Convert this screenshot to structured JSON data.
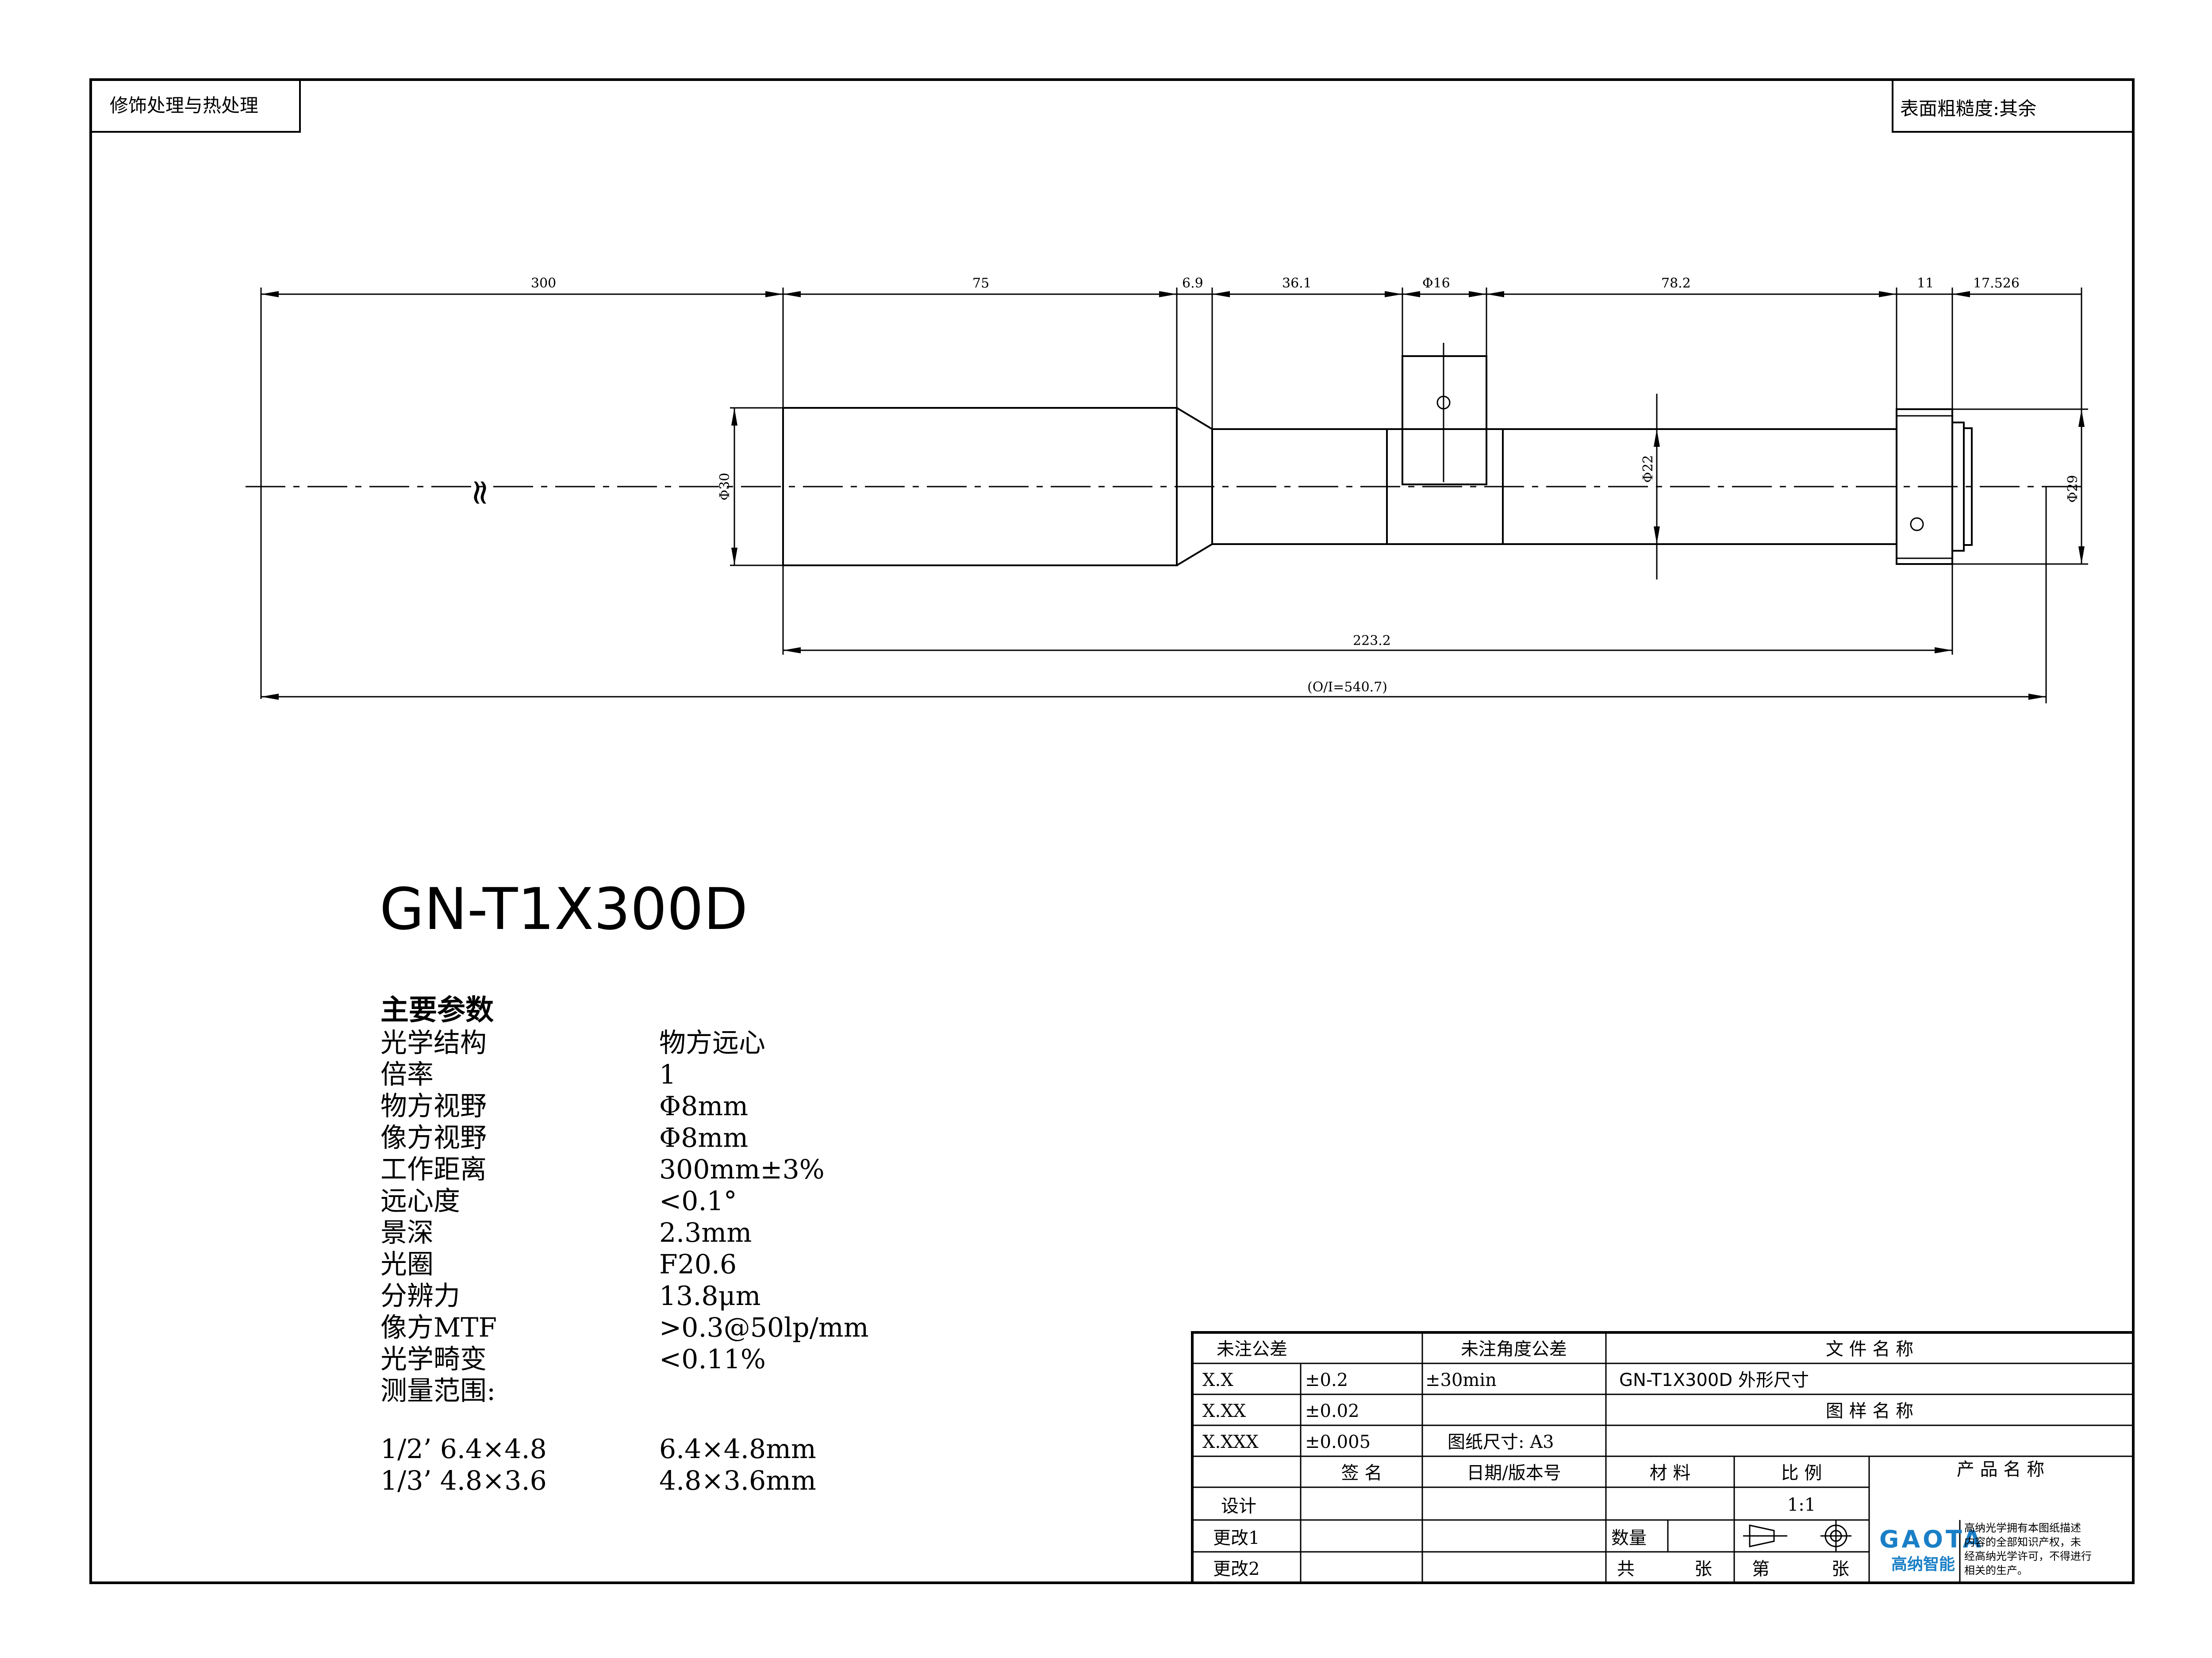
{
  "corner_labels": {
    "treatment": "修饰处理与热处理",
    "roughness": "表面粗糙度:其余"
  },
  "dimensions": {
    "d300": "300",
    "d75": "75",
    "d6_9": "6.9",
    "d36_1": "36.1",
    "phi16": "Φ16",
    "d78_2": "78.2",
    "d11": "11",
    "d17_526": "17.526",
    "phi30": "Φ30",
    "phi22": "Φ22",
    "phi29": "Φ29",
    "d223_2": "223.2",
    "total": "(O/I=540.7)",
    "break_mark": "≈"
  },
  "model": "GN-T1X300D",
  "params": {
    "heading": "主要参数",
    "rows": [
      {
        "label": "光学结构",
        "value": "物方远心"
      },
      {
        "label": "倍率",
        "value": "1"
      },
      {
        "label": "物方视野",
        "value": "Φ8mm"
      },
      {
        "label": "像方视野",
        "value": "Φ8mm"
      },
      {
        "label": "工作距离",
        "value": "300mm±3%"
      },
      {
        "label": "远心度",
        "value": "<0.1°"
      },
      {
        "label": "景深",
        "value": "2.3mm"
      },
      {
        "label": "光圈",
        "value": "F20.6"
      },
      {
        "label": "分辨力",
        "value": "13.8μm"
      },
      {
        "label": "像方MTF",
        "value": ">0.3@50lp/mm"
      },
      {
        "label": "光学畸变",
        "value": "<0.11%"
      },
      {
        "label": "测量范围:",
        "value": ""
      }
    ],
    "ranges": [
      {
        "label": "1/2’ 6.4×4.8",
        "value": "6.4×4.8mm"
      },
      {
        "label": "1/3’ 4.8×3.6",
        "value": "4.8×3.6mm"
      }
    ]
  },
  "title_block": {
    "tol_header": "未注公差",
    "angle_header": "未注角度公差",
    "file_name_header": "文 件 名 称",
    "rows": [
      {
        "key": "X.X",
        "tol": "±0.2"
      },
      {
        "key": "X.XX",
        "tol": "±0.02"
      },
      {
        "key": "X.XXX",
        "tol": "±0.005"
      }
    ],
    "angle_value": "±30min",
    "file_name": "GN-T1X300D 外形尺寸",
    "drawing_name_header": "图 样 名 称",
    "paper_size": "图纸尺寸: A3",
    "sign": "签 名",
    "date_version": "日期/版本号",
    "material": "材 料",
    "scale_header": "比 例",
    "product_name_header": "产 品 名 称",
    "scale_value": "1:1",
    "design": "设计",
    "change1": "更改1",
    "change2": "更改2",
    "quantity": "数量",
    "total_sheets": "共",
    "sheet_unit": "张",
    "sheet_no": "第",
    "sheet_unit2": "张",
    "logo_text": "GAOTA",
    "logo_cn": "高纳智能",
    "copyright_lines": [
      "高纳光学拥有本图纸描述",
      "内容的全部知识产权，未",
      "经高纳光学许可，不得进行",
      "相关的生产。"
    ],
    "logo_color": "#1a7fc6"
  }
}
